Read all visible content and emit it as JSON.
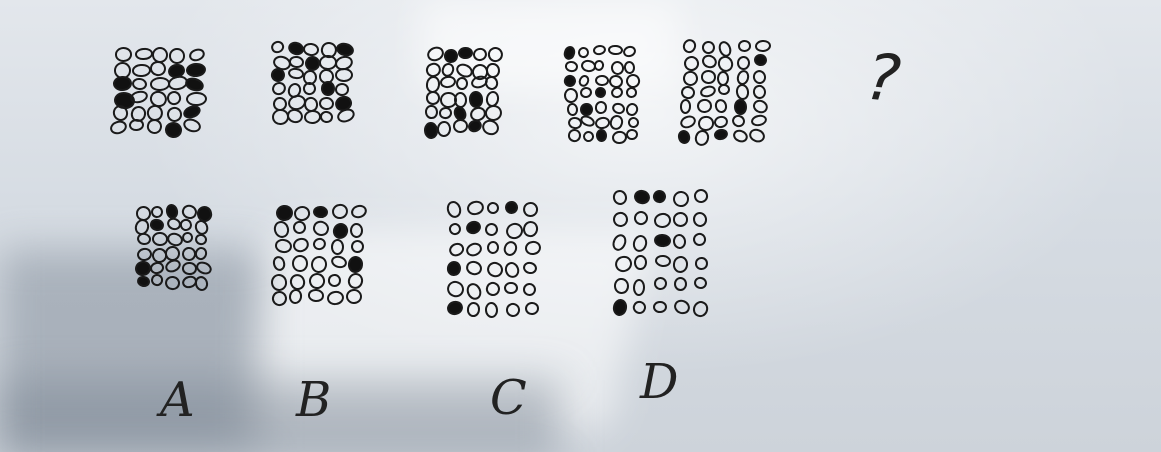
{
  "question_mark": "?",
  "options": [
    {
      "letter": "A"
    },
    {
      "letter": "B"
    },
    {
      "letter": "C"
    },
    {
      "letter": "D"
    }
  ],
  "ink_color": "#111111",
  "paper_color": "#d9dee4"
}
